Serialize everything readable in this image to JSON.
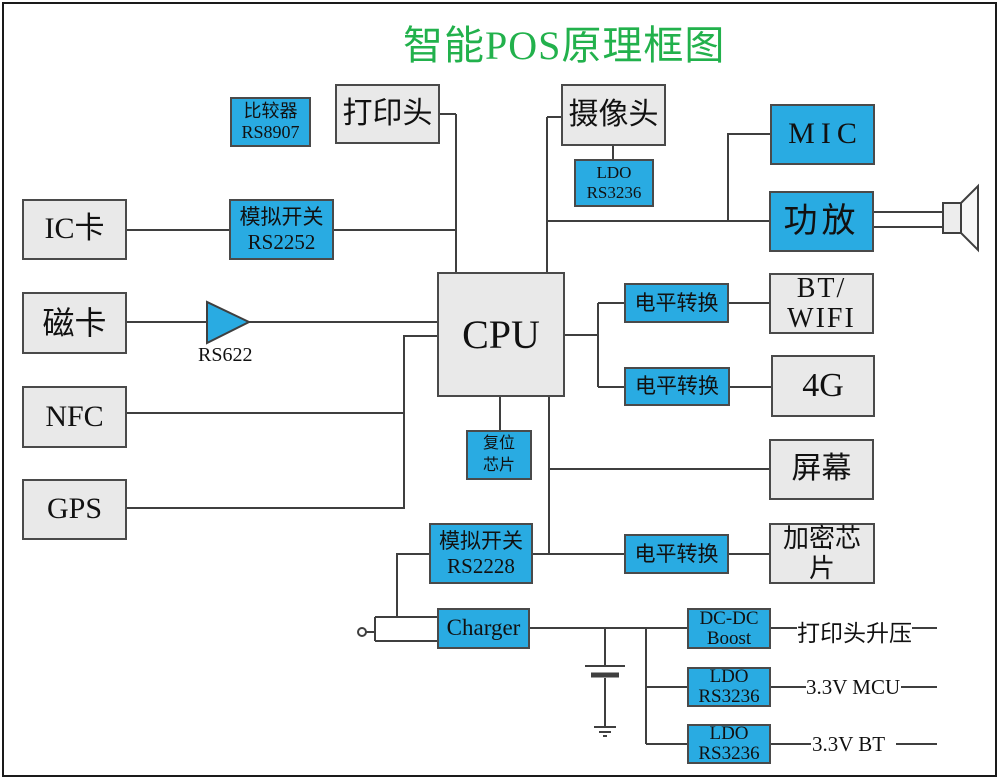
{
  "title": "智能POS原理框图",
  "colors": {
    "block_blue": "#29ABE2",
    "block_gray": "#E9E9E9",
    "title_green": "#22B14C",
    "wire": "#3f3f3f"
  },
  "nodes": {
    "comparator": {
      "line1": "比较器",
      "line2": "RS8907"
    },
    "printhead": {
      "label": "打印头"
    },
    "camera": {
      "label": "摄像头"
    },
    "ldo_camera": {
      "line1": "LDO",
      "line2": "RS3236"
    },
    "mic": {
      "label": "MIC"
    },
    "audio_amp": {
      "label": "功放"
    },
    "ic_card": {
      "label": "IC卡"
    },
    "analog_switch_1": {
      "line1": "模拟开关",
      "line2": "RS2252"
    },
    "magnetic_card": {
      "label": "磁卡"
    },
    "nfc": {
      "label": "NFC"
    },
    "gps": {
      "label": "GPS"
    },
    "cpu": {
      "label": "CPU"
    },
    "reset_chip": {
      "label": "复位芯片"
    },
    "level_shift_1": {
      "label": "电平转换"
    },
    "bt_wifi": {
      "line1": "BT/",
      "line2": "WIFI"
    },
    "level_shift_2": {
      "label": "电平转换"
    },
    "modem_4g": {
      "label": "4G"
    },
    "screen": {
      "label": "屏幕"
    },
    "analog_switch_2": {
      "line1": "模拟开关",
      "line2": "RS2228"
    },
    "level_shift_3": {
      "label": "电平转换"
    },
    "crypto_chip": {
      "label": "加密芯片"
    },
    "charger": {
      "label": "Charger"
    },
    "dcdc_boost": {
      "line1": "DC-DC",
      "line2": "Boost"
    },
    "ldo_mcu": {
      "line1": "LDO",
      "line2": "RS3236"
    },
    "ldo_bt": {
      "line1": "LDO",
      "line2": "RS3236"
    }
  },
  "labels": {
    "rs622": "RS622",
    "printhead_boost": "打印头升压",
    "mcu_rail": "3.3V MCU",
    "bt_rail": "3.3V BT"
  }
}
